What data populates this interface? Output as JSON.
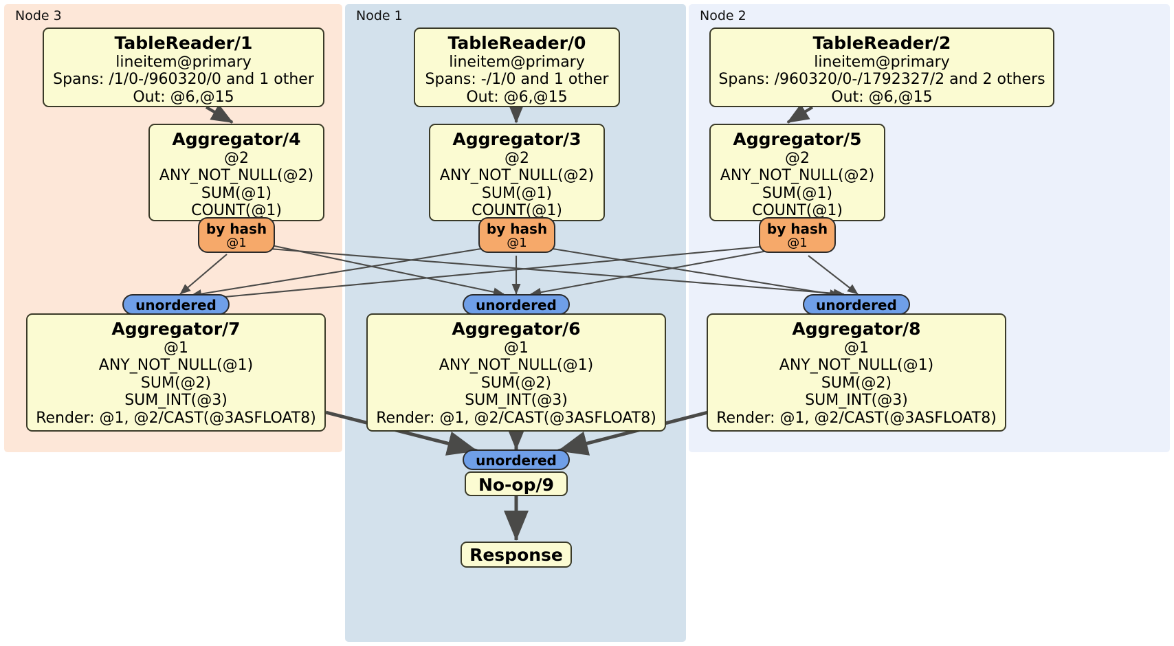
{
  "diagram": {
    "kind": "distributed-query-plan",
    "title": "",
    "colors": {
      "node3_bg": "#fde7d8",
      "node1_bg": "#d3e1ec",
      "node2_bg": "#ecf1fb",
      "processor_bg": "#fbfbd2",
      "processor_border": "#3a3a28",
      "hash_router": "#f6a96a",
      "unordered_router": "#6f9fe8",
      "edge": "#4a4a48",
      "edge_thin": "#4a4a48"
    }
  },
  "regions": [
    {
      "id": "node3",
      "label": "Node 3",
      "color": "#fde7d8"
    },
    {
      "id": "node1",
      "label": "Node 1",
      "color": "#d3e1ec"
    },
    {
      "id": "node2",
      "label": "Node 2",
      "color": "#ecf1fb"
    }
  ],
  "processors": {
    "table_reader_1": {
      "title": "TableReader/1",
      "lines": [
        "lineitem@primary",
        "Spans: /1/0-/960320/0 and 1 other",
        "Out: @6,@15"
      ]
    },
    "table_reader_0": {
      "title": "TableReader/0",
      "lines": [
        "lineitem@primary",
        "Spans: -/1/0 and 1 other",
        "Out: @6,@15"
      ]
    },
    "table_reader_2": {
      "title": "TableReader/2",
      "lines": [
        "lineitem@primary",
        "Spans: /960320/0-/1792327/2 and 2 others",
        "Out: @6,@15"
      ]
    },
    "aggregator_4": {
      "title": "Aggregator/4",
      "lines": [
        "@2",
        "ANY_NOT_NULL(@2)",
        "SUM(@1)",
        "COUNT(@1)"
      ]
    },
    "aggregator_3": {
      "title": "Aggregator/3",
      "lines": [
        "@2",
        "ANY_NOT_NULL(@2)",
        "SUM(@1)",
        "COUNT(@1)"
      ]
    },
    "aggregator_5": {
      "title": "Aggregator/5",
      "lines": [
        "@2",
        "ANY_NOT_NULL(@2)",
        "SUM(@1)",
        "COUNT(@1)"
      ]
    },
    "aggregator_7": {
      "title": "Aggregator/7",
      "lines": [
        "@1",
        "ANY_NOT_NULL(@1)",
        "SUM(@2)",
        "SUM_INT(@3)",
        "Render: @1, @2/CAST(@3ASFLOAT8)"
      ]
    },
    "aggregator_6": {
      "title": "Aggregator/6",
      "lines": [
        "@1",
        "ANY_NOT_NULL(@1)",
        "SUM(@2)",
        "SUM_INT(@3)",
        "Render: @1, @2/CAST(@3ASFLOAT8)"
      ]
    },
    "aggregator_8": {
      "title": "Aggregator/8",
      "lines": [
        "@1",
        "ANY_NOT_NULL(@1)",
        "SUM(@2)",
        "SUM_INT(@3)",
        "Render: @1, @2/CAST(@3ASFLOAT8)"
      ]
    },
    "noop_9": {
      "title": "No-op/9",
      "lines": []
    },
    "response": {
      "title": "Response",
      "lines": []
    }
  },
  "routers": {
    "hash_left": {
      "line1": "by hash",
      "line2": "@1"
    },
    "hash_center": {
      "line1": "by hash",
      "line2": "@1"
    },
    "hash_right": {
      "line1": "by hash",
      "line2": "@1"
    },
    "unordered_left": {
      "line1": "unordered",
      "line2": ""
    },
    "unordered_center": {
      "line1": "unordered",
      "line2": ""
    },
    "unordered_right": {
      "line1": "unordered",
      "line2": ""
    },
    "unordered_final": {
      "line1": "unordered",
      "line2": ""
    }
  }
}
